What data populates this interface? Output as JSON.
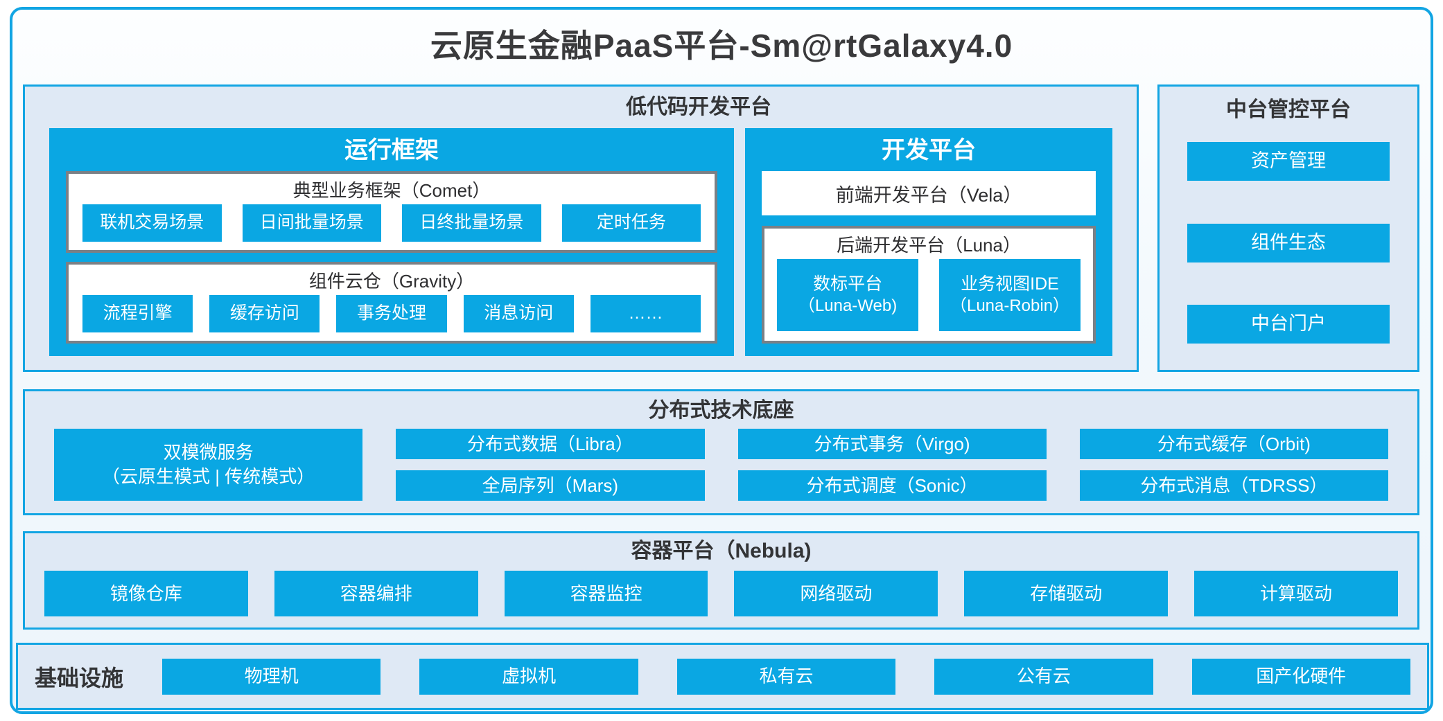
{
  "title": "云原生金融PaaS平台-Sm@rtGalaxy4.0",
  "colors": {
    "accent_blue": "#0AA7E3",
    "panel_background": "#DFE9F5",
    "panel_border": "#12A5E3",
    "inner_gray_border": "#7A8086",
    "dark_text": "#3A3A3C",
    "node_text": "#FFFFFF"
  },
  "low_code": {
    "title": "低代码开发平台",
    "runtime": {
      "title": "运行框架",
      "comet": {
        "title": "典型业务框架（Comet）",
        "items": [
          "联机交易场景",
          "日间批量场景",
          "日终批量场景",
          "定时任务"
        ]
      },
      "gravity": {
        "title": "组件云仓（Gravity）",
        "items": [
          "流程引擎",
          "缓存访问",
          "事务处理",
          "消息访问",
          "……"
        ]
      }
    },
    "dev": {
      "title": "开发平台",
      "vela": "前端开发平台（Vela）",
      "luna": {
        "title": "后端开发平台（Luna）",
        "items": [
          {
            "line1": "数标平台",
            "line2": "（Luna-Web)"
          },
          {
            "line1": "业务视图IDE",
            "line2": "（Luna-Robin）"
          }
        ]
      }
    }
  },
  "mid_platform": {
    "title": "中台管控平台",
    "items": [
      "资产管理",
      "组件生态",
      "中台门户"
    ]
  },
  "distributed": {
    "title": "分布式技术底座",
    "dual_mode": {
      "line1": "双模微服务",
      "line2": "（云原生模式 | 传统模式）"
    },
    "col1": [
      "分布式数据（Libra）",
      "全局序列（Mars)"
    ],
    "col2": [
      "分布式事务（Virgo)",
      "分布式调度（Sonic）"
    ],
    "col3": [
      "分布式缓存（Orbit)",
      "分布式消息（TDRSS）"
    ]
  },
  "container": {
    "title": "容器平台（Nebula)",
    "items": [
      "镜像仓库",
      "容器编排",
      "容器监控",
      "网络驱动",
      "存储驱动",
      "计算驱动"
    ]
  },
  "infrastructure": {
    "title": "基础设施",
    "items": [
      "物理机",
      "虚拟机",
      "私有云",
      "公有云",
      "国产化硬件"
    ]
  }
}
